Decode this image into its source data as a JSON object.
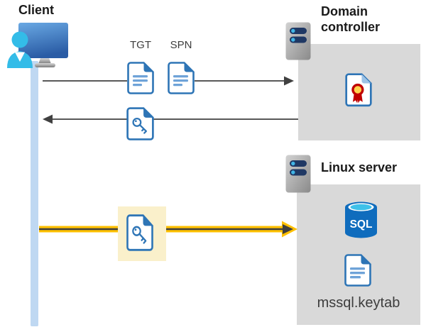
{
  "diagram": {
    "client": {
      "label": "Client"
    },
    "tgt_label": "TGT",
    "spn_label": "SPN",
    "domain_controller": {
      "label": "Domain controller"
    },
    "linux_server": {
      "label": "Linux server",
      "sql_icon_label": "SQL",
      "keytab_label": "mssql.keytab"
    },
    "icons": [
      "client-computer-icon",
      "tgt-document-icon",
      "spn-document-icon",
      "key-ticket-icon",
      "highlighted-key-ticket-icon",
      "server-icon",
      "certificate-icon",
      "sql-database-icon",
      "keytab-document-icon"
    ],
    "colors": {
      "document_blue": "#2E75B6",
      "document_line_blue": "#6FA3D8",
      "arrow_dark": "#404040",
      "arrow_gold": "#FFC000",
      "highlight_yellow": "#FAF0CB",
      "panel_gray": "#D9D9D9",
      "client_line_blue": "#BFD8F2",
      "person_cyan": "#33BCE8",
      "sql_blue": "#0F6CBD",
      "sql_top_cyan": "#3EC1E9",
      "server_bar_navy": "#1F3864",
      "certificate_red": "#C00000",
      "certificate_yellow": "#FFD34D"
    }
  }
}
